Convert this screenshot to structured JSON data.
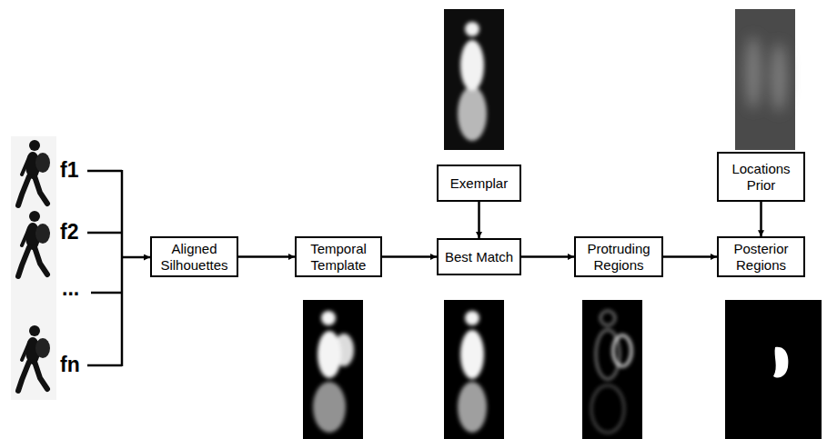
{
  "diagram": {
    "nodes": [
      {
        "text": [
          "Aligned Silhouettes"
        ]
      },
      {
        "text": [
          "Temporal Template"
        ]
      },
      {
        "text": [
          "Exemplar"
        ]
      },
      {
        "text": [
          "Best Match"
        ]
      },
      {
        "text": [
          "Protruding Regions"
        ]
      },
      {
        "text": [
          "Locations Prior"
        ]
      },
      {
        "text": [
          "Posterior Regions"
        ]
      }
    ],
    "edges": [
      {
        "from": 0,
        "to": 1,
        "arrow": "to"
      },
      {
        "from": 1,
        "to": 3,
        "arrow": "to"
      },
      {
        "from": 2,
        "to": 3,
        "arrow": "to"
      },
      {
        "from": 3,
        "to": 4,
        "arrow": "to"
      },
      {
        "from": 4,
        "to": 6,
        "arrow": "to"
      },
      {
        "from": 5,
        "to": 6,
        "arrow": "to"
      }
    ],
    "labels": [
      "f1",
      "f2",
      "...",
      "fn"
    ]
  }
}
